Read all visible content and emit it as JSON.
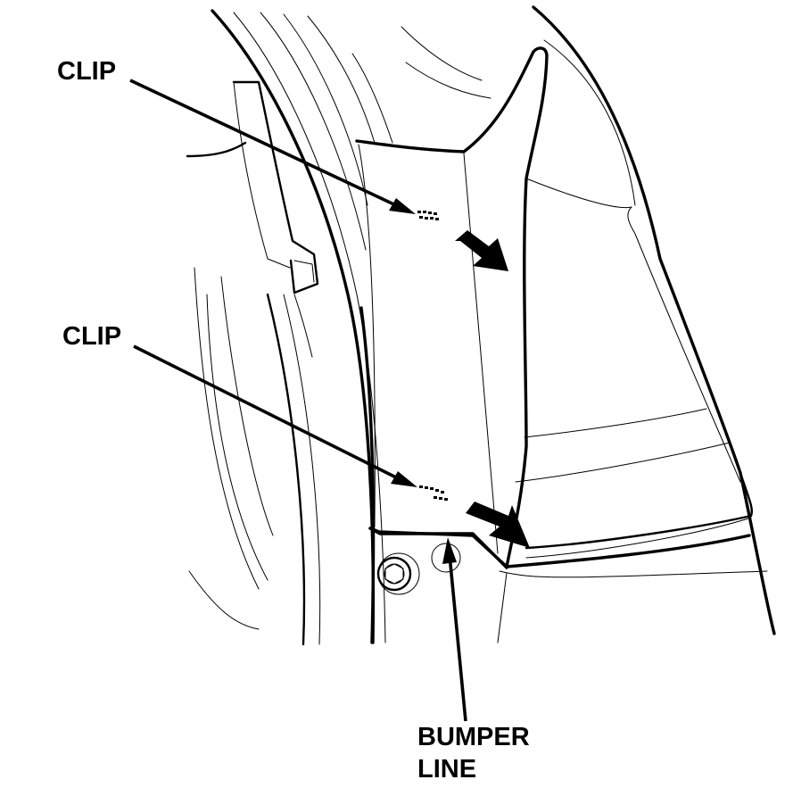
{
  "callouts": {
    "clip_top": "CLIP",
    "clip_bottom": "CLIP",
    "bumper_line_1": "BUMPER",
    "bumper_line_2": "LINE"
  }
}
